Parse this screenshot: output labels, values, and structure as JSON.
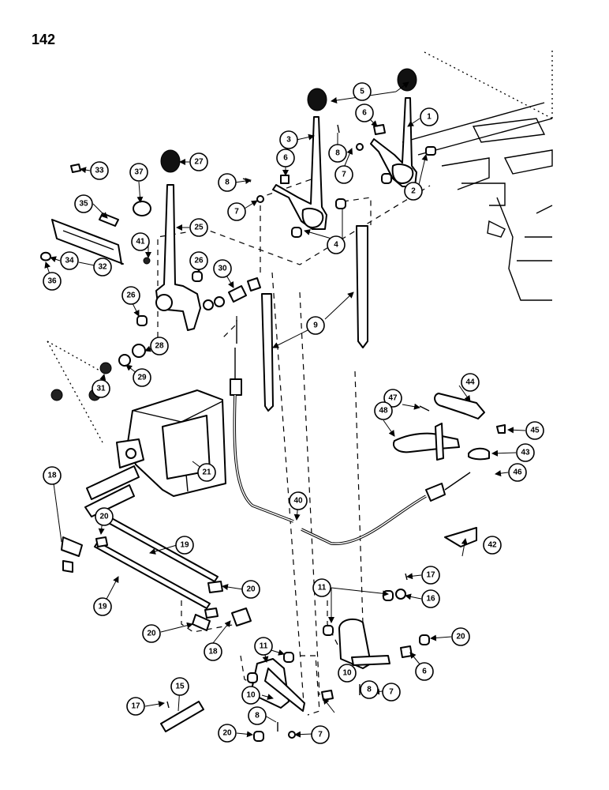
{
  "page_number": "142",
  "callouts": {
    "c1": "1",
    "c2": "2",
    "c3": "3",
    "c4": "4",
    "c5": "5",
    "c6a": "6",
    "c6b": "6",
    "c6c": "6",
    "c7a": "7",
    "c7b": "7",
    "c7c": "7",
    "c7d": "7",
    "c8a": "8",
    "c8b": "8",
    "c8c": "8",
    "c8d": "8",
    "c9": "9",
    "c10a": "10",
    "c10b": "10",
    "c11a": "11",
    "c11b": "11",
    "c15": "15",
    "c16": "16",
    "c17a": "17",
    "c17b": "17",
    "c18a": "18",
    "c18b": "18",
    "c19a": "19",
    "c19b": "19",
    "c20a": "20",
    "c20b": "20",
    "c20c": "20",
    "c20d": "20",
    "c20e": "20",
    "c21": "21",
    "c25": "25",
    "c26a": "26",
    "c26b": "26",
    "c27": "27",
    "c28": "28",
    "c29": "29",
    "c30": "30",
    "c31": "31",
    "c32": "32",
    "c33": "33",
    "c34": "34",
    "c35": "35",
    "c36": "36",
    "c37": "37",
    "c40": "40",
    "c41": "41",
    "c42": "42",
    "c43": "43",
    "c44": "44",
    "c45": "45",
    "c46": "46",
    "c47": "47",
    "c48": "48"
  }
}
